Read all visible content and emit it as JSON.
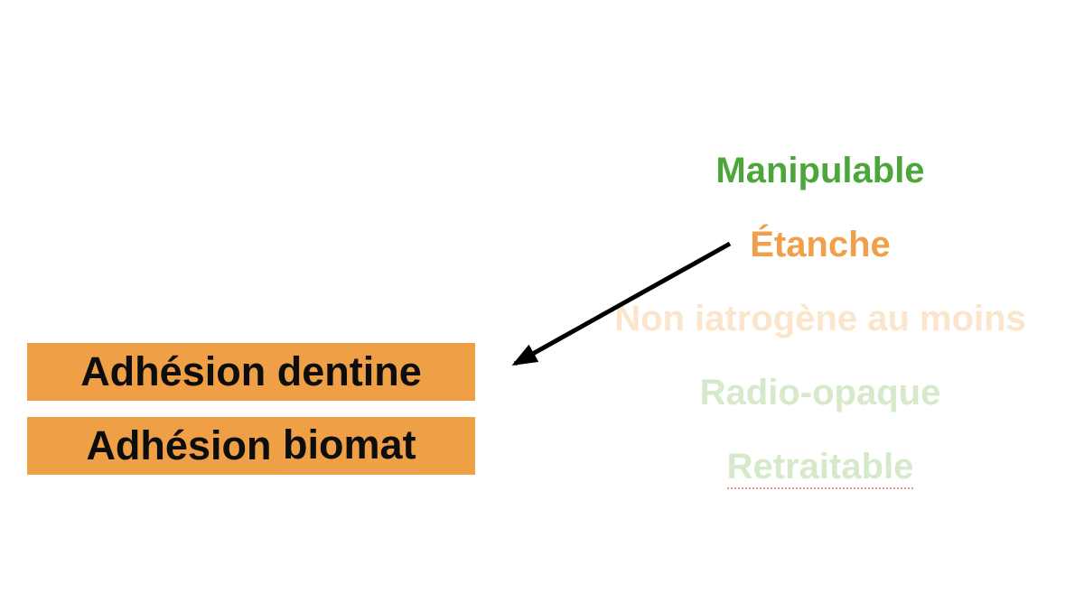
{
  "slide": {
    "background": "#ffffff"
  },
  "criteria": {
    "items": [
      {
        "label": "Manipulable",
        "color": "#4CA639",
        "state": "highlighted",
        "spellcheck": false
      },
      {
        "label": "Étanche",
        "color": "#F0A04A",
        "state": "highlighted",
        "spellcheck": false
      },
      {
        "label": "Non iatrogène au moins",
        "color": "#FBE5CC",
        "state": "faded",
        "spellcheck": false
      },
      {
        "label": "Radio-opaque",
        "color": "#D7E9CB",
        "state": "faded",
        "spellcheck": false
      },
      {
        "label": "Retraitable",
        "color": "#D7E9CB",
        "state": "faded",
        "spellcheck": true
      }
    ]
  },
  "adhesion_boxes": {
    "background": "#EFA047",
    "text_color": "#0d0d0d",
    "items": [
      {
        "prefix": "Adhésion",
        "word": "dentine",
        "spellcheck": false
      },
      {
        "prefix": "Adhésion",
        "word": "biomat",
        "spellcheck": true
      }
    ]
  },
  "arrow": {
    "color": "#000000",
    "from_label": "Étanche",
    "to_label": "Adhésion dentine"
  },
  "misc": {
    "spellcheck_color": "#f2948b"
  }
}
